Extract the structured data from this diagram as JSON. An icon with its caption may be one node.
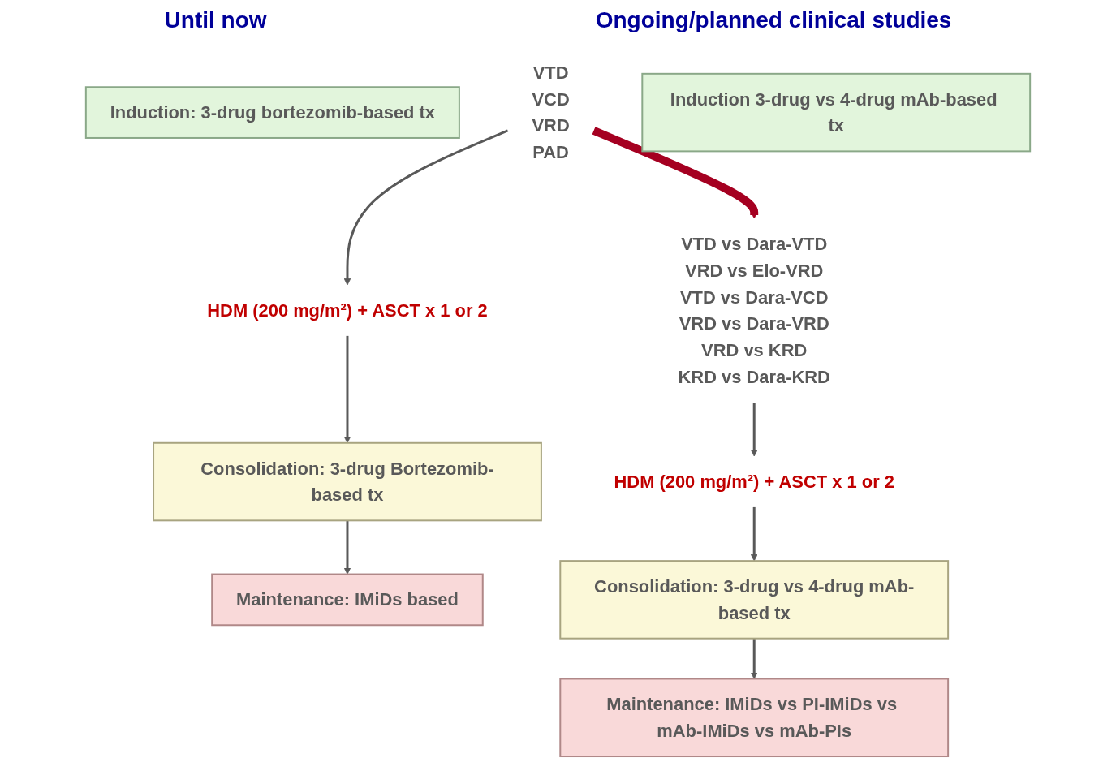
{
  "diagram": {
    "nodes": [
      {
        "text": [
          "Induction: 3-drug bortezomib-based tx"
        ]
      },
      {
        "text": [
          "VTD",
          "VCD",
          "VRD",
          "PAD"
        ]
      },
      {
        "text": [
          "HDM (200 mg/m²) + ASCT x 1 or 2"
        ]
      },
      {
        "text": [
          "Consolidation: 3-drug Bortezomib-based tx"
        ]
      },
      {
        "text": [
          "Maintenance: IMiDs based"
        ]
      },
      {
        "text": [
          "Induction 3-drug vs 4-drug mAb-based tx"
        ]
      },
      {
        "text": [
          "VTD vs Dara-VTD",
          "VRD vs Elo-VRD",
          "VTD vs Dara-VCD",
          "VRD vs Dara-VRD",
          "VRD vs KRD",
          "KRD vs Dara-KRD"
        ]
      },
      {
        "text": [
          "HDM (200 mg/m²) + ASCT x 1 or 2"
        ]
      },
      {
        "text": [
          "Consolidation: 3-drug vs 4-drug mAb-based tx"
        ]
      },
      {
        "text": [
          "Maintenance: IMiDs vs PI-IMiDs vs mAb-IMiDs vs mAb-PIs"
        ]
      }
    ],
    "edges": [
      {
        "from": 1,
        "to": 2,
        "arrow": "to"
      },
      {
        "from": 2,
        "to": 3,
        "arrow": "to"
      },
      {
        "from": 3,
        "to": 4,
        "arrow": "to"
      },
      {
        "from": 1,
        "to": 6,
        "arrow": "to",
        "style": "thick",
        "color": "#a50021"
      },
      {
        "from": 6,
        "to": 7,
        "arrow": "to"
      },
      {
        "from": 7,
        "to": 8,
        "arrow": "to"
      },
      {
        "from": 8,
        "to": 9,
        "arrow": "to"
      }
    ],
    "labels": [
      "Until now",
      "Ongoing/planned clinical studies"
    ]
  }
}
